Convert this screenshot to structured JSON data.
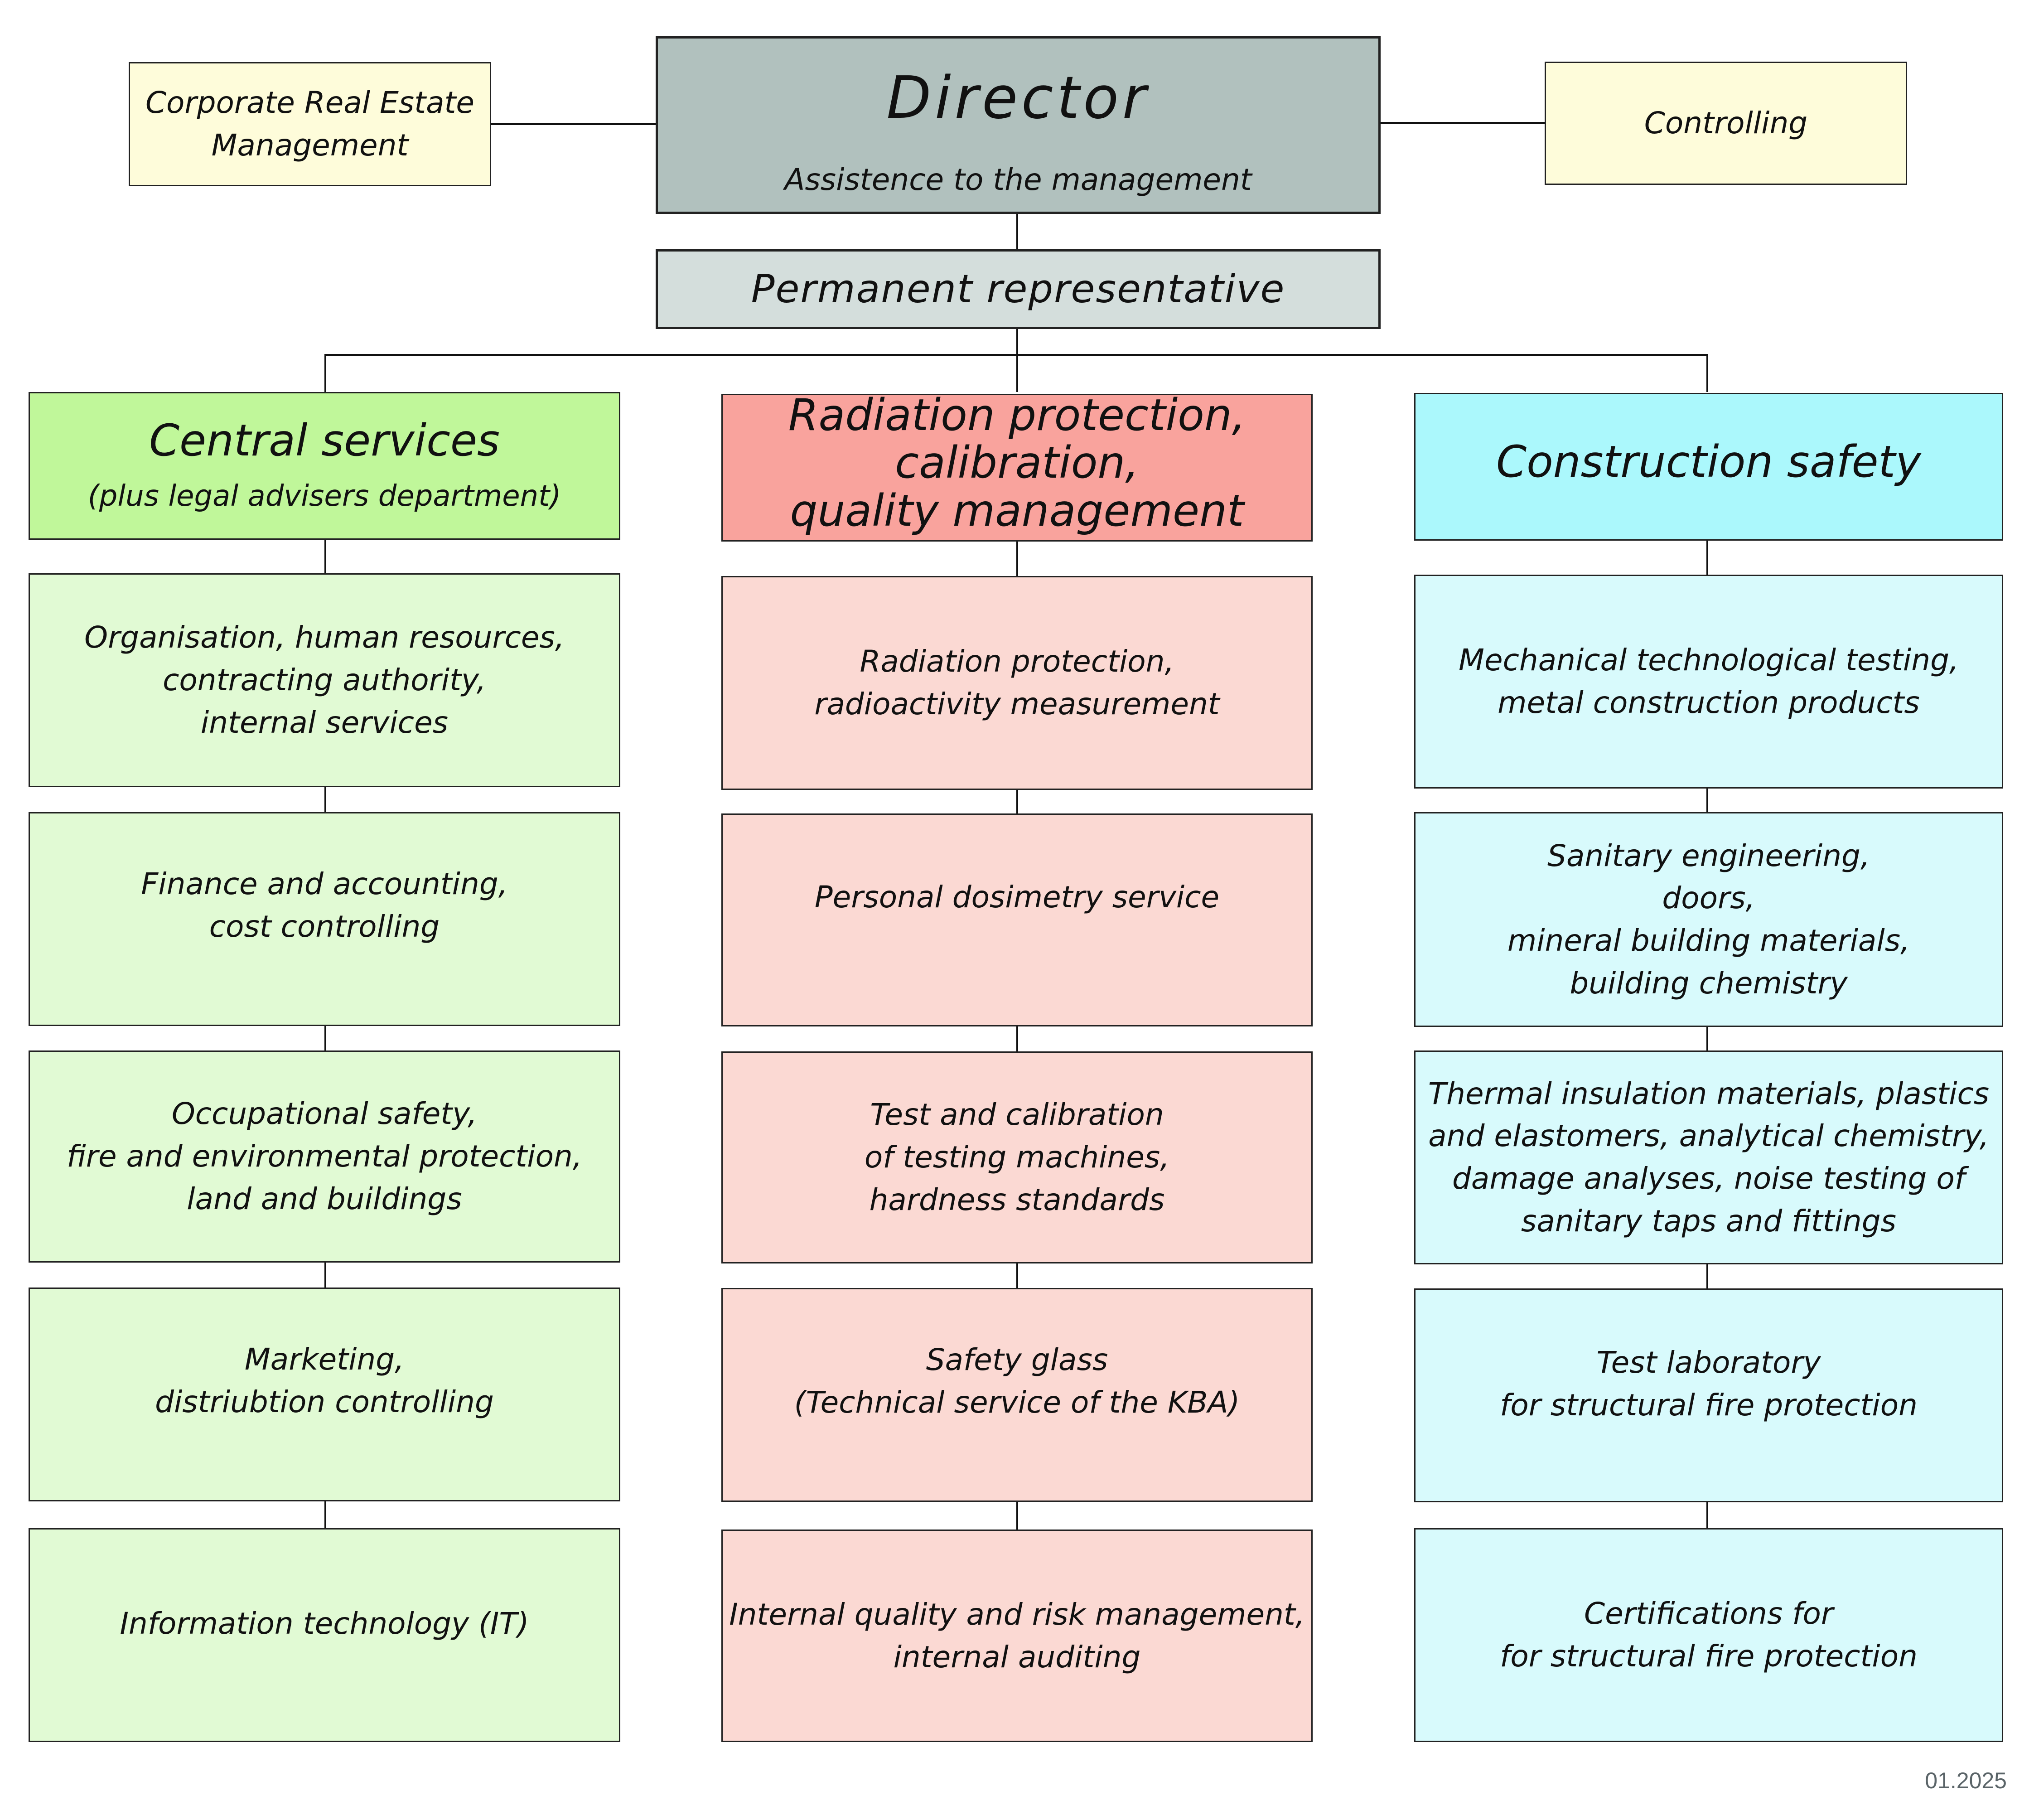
{
  "chart": {
    "title": "Director",
    "director": {
      "title": "Director",
      "subtitle": "Assistence to the management",
      "color": "#b1c1be"
    },
    "staff_units": [
      {
        "label": "Corporate Real Estate\nManagement",
        "position": "left",
        "color": "#fefcda"
      },
      {
        "label": "Controlling",
        "position": "right",
        "color": "#fefcda"
      }
    ],
    "deputy": {
      "label": "Permanent representative",
      "color": "#d4dedc"
    },
    "columns": [
      {
        "title": "Central services",
        "subtitle": "(plus legal advisers department)",
        "head_color": "#c0f79a",
        "unit_color": "#e1fad4",
        "units": [
          "Organisation, human resources,\ncontracting authority,\ninternal services",
          "Finance and accounting,\ncost controlling",
          "Occupational safety,\nfire and environmental protection,\nland and buildings",
          "Marketing,\ndistriubtion controlling",
          "Information technology (IT)"
        ]
      },
      {
        "title": "Radiation protection, calibration,\nquality management",
        "subtitle": "",
        "head_color": "#f9a39d",
        "unit_color": "#fbd9d3",
        "units": [
          "Radiation protection,\nradioactivity measurement",
          "Personal dosimetry service",
          "Test and calibration\nof testing machines,\nhardness standards",
          "Safety glass\n(Technical service of the KBA)",
          "Internal quality and risk management,\ninternal auditing"
        ]
      },
      {
        "title": "Construction safety",
        "subtitle": "",
        "head_color": "#abf8fc",
        "unit_color": "#d8fafc",
        "units": [
          "Mechanical technological testing,\nmetal construction products",
          "Sanitary engineering,\ndoors,\nmineral building materials,\nbuilding chemistry",
          "Thermal insulation materials, plastics\nand elastomers, analytical chemistry,\ndamage analyses, noise testing of\nsanitary taps and fittings",
          "Test laboratory\nfor structural fire protection",
          "Certifications for\nfor structural fire protection"
        ]
      }
    ],
    "footer_date": "01.2025"
  }
}
